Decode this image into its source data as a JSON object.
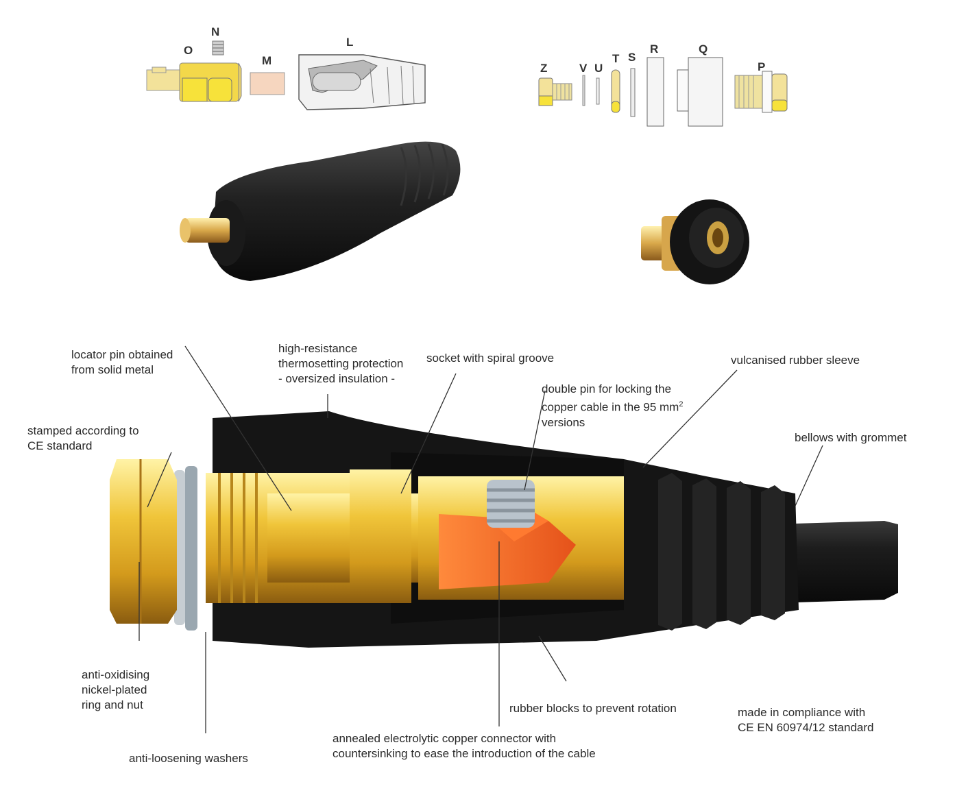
{
  "colors": {
    "brass": "#e9c23a",
    "brass_light": "#f5dc7a",
    "copper": "#ef6a2a",
    "rubber": "#161616",
    "washer": "#9aa7b0"
  },
  "exploded_parts": {
    "plug": [
      {
        "key": "O",
        "label": "O"
      },
      {
        "key": "N",
        "label": "N"
      },
      {
        "key": "M",
        "label": "M"
      },
      {
        "key": "L",
        "label": "L"
      }
    ],
    "socket": [
      {
        "key": "Z",
        "label": "Z"
      },
      {
        "key": "V",
        "label": "V"
      },
      {
        "key": "U",
        "label": "U"
      },
      {
        "key": "T",
        "label": "T"
      },
      {
        "key": "S",
        "label": "S"
      },
      {
        "key": "R",
        "label": "R"
      },
      {
        "key": "Q",
        "label": "Q"
      },
      {
        "key": "P",
        "label": "P"
      }
    ]
  },
  "photos": {
    "plug_icon": "cable-plug-icon",
    "socket_icon": "panel-socket-icon"
  },
  "callouts": {
    "locator_pin": {
      "line1": "locator pin obtained",
      "line2": "from solid metal"
    },
    "thermoset": {
      "line1": "high-resistance",
      "line2": "thermosetting protection",
      "line3": "- oversized insulation -"
    },
    "socket_groove": {
      "line1": "socket with spiral groove"
    },
    "rubber_sleeve": {
      "line1": "vulcanised rubber sleeve"
    },
    "double_pin": {
      "line1": "double pin for locking the",
      "line2": "copper cable in the 95 mm",
      "line2_sup": "2",
      "line3": "versions"
    },
    "bellows": {
      "line1": "bellows with grommet"
    },
    "stamped": {
      "line1": "stamped according to",
      "line2": "CE standard"
    },
    "anti_oxidising": {
      "line1": "anti-oxidising",
      "line2": "nickel-plated",
      "line3": "ring and nut"
    },
    "rubber_blocks": {
      "line1": "rubber blocks to prevent rotation"
    },
    "compliance": {
      "line1": "made in compliance with",
      "line2": "CE EN 60974/12 standard"
    },
    "copper_connector": {
      "line1": "annealed electrolytic copper connector with",
      "line2": "countersinking to ease the introduction of the cable"
    },
    "washers": {
      "line1": "anti-loosening washers"
    }
  }
}
